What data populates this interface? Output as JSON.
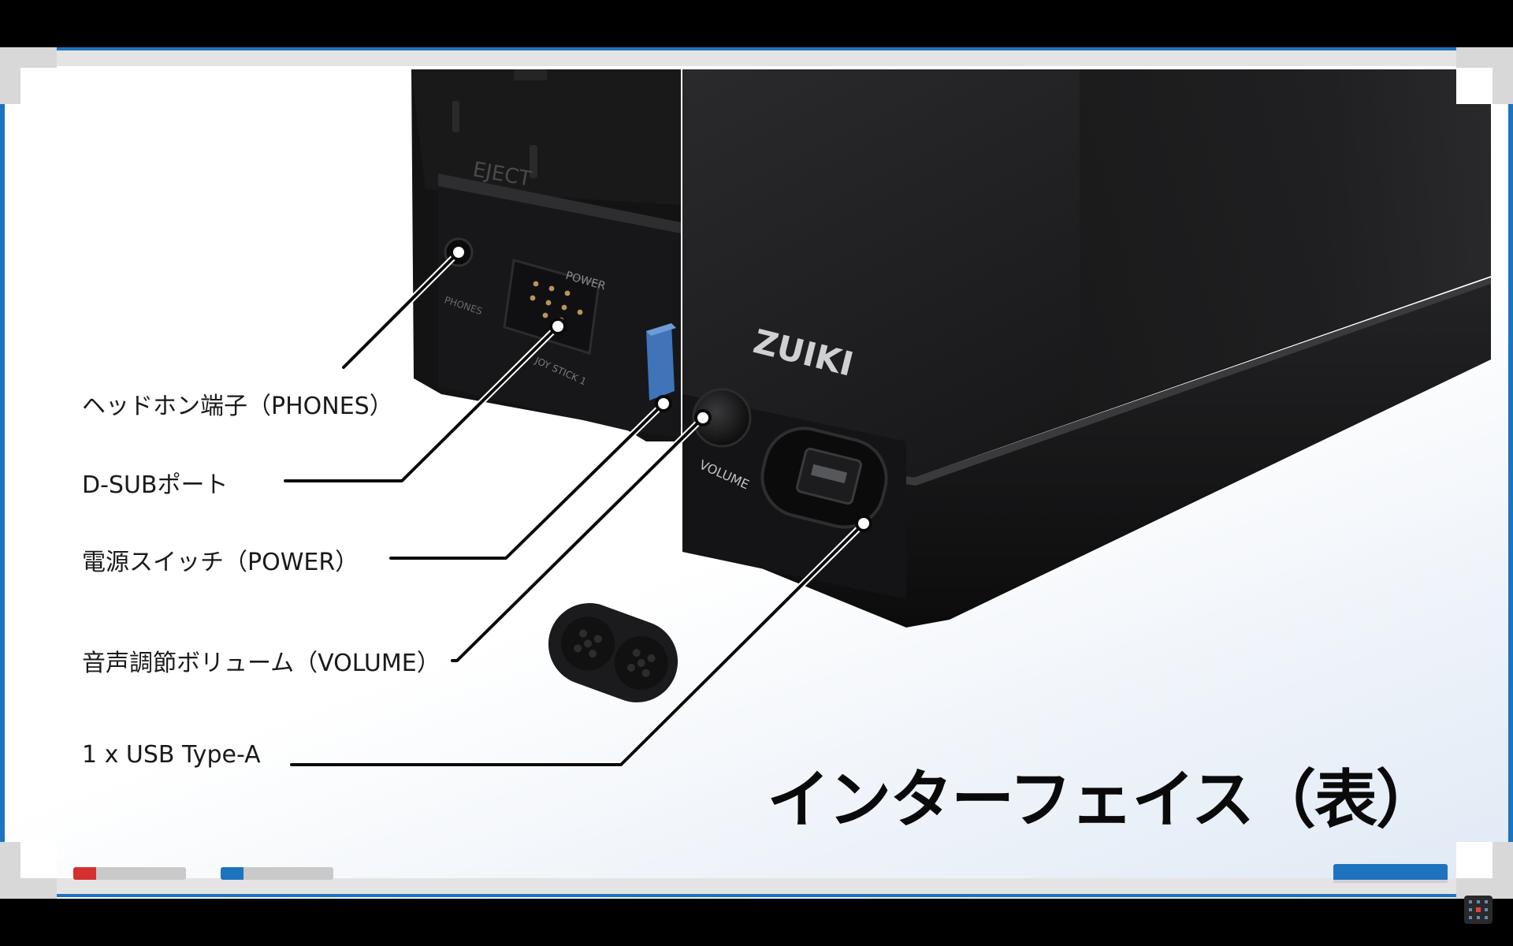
{
  "slide": {
    "title": "インターフェイス（表）",
    "labels": [
      "ヘッドホン端子（PHONES）",
      "D-SUBポート",
      "電源スイッチ（POWER）",
      "音声調節ボリューム（VOLUME）",
      "1 x USB Type-A"
    ]
  },
  "product": {
    "brand": "ZUIKI",
    "eject": "EJECT",
    "phones": "PHONES",
    "power": "POWER",
    "joystick": "JOY STICK 1",
    "volume": "VOLUME"
  },
  "progress_indicators": [
    {
      "color": "#d62f2f",
      "fraction": 0.2
    },
    {
      "color": "#1e73be",
      "fraction": 0.2
    }
  ],
  "colors": {
    "accent": "#1e73be",
    "frame": "#e4e4e4",
    "device": "#1a1a1a",
    "switch": "#3f74b8"
  }
}
